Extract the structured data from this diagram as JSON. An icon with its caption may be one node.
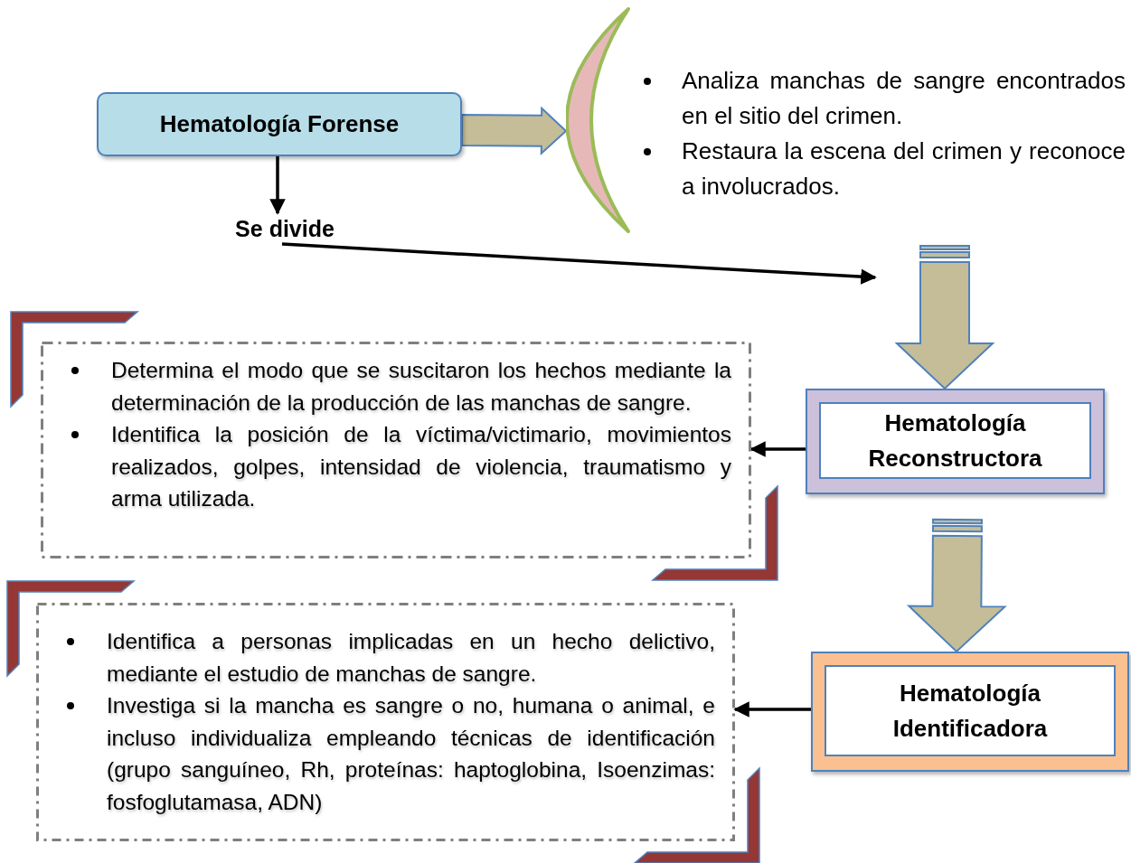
{
  "diagram": {
    "nodes": [
      {
        "text": [
          "Hematología Forense"
        ]
      },
      {
        "text": [
          "Se divide"
        ]
      },
      {
        "text": [
          "Analiza manchas de sangre encontrados en el sitio del crimen.",
          "Restaura la escena del crimen y reconoce a involucrados."
        ]
      },
      {
        "text": [
          "Determina el modo que se suscitaron los hechos mediante la determinación de la producción de las manchas de sangre.",
          "Identifica la posición de la víctima/victimario, movimientos realizados, golpes, intensidad de violencia, traumatismo y arma utilizada."
        ]
      },
      {
        "text": [
          "Hematología Reconstructora"
        ]
      },
      {
        "text": [
          "Identifica a personas implicadas en un hecho delictivo, mediante el estudio de manchas de sangre.",
          "Investiga si la mancha es sangre o no, humana o animal, e incluso individualiza empleando técnicas de identificación (grupo sanguíneo, Rh, proteínas: haptoglobina, Isoenzimas: fosfoglutamasa, ADN)"
        ]
      },
      {
        "text": [
          "Hematología Identificadora"
        ]
      }
    ],
    "edges": [
      {
        "from": 0,
        "to": 1,
        "arrow": "to"
      },
      {
        "from": 0,
        "to": 2,
        "arrow": "to",
        "style": "thick"
      },
      {
        "from": 1,
        "to": null,
        "arrow": "to"
      },
      {
        "from": null,
        "to": 4,
        "arrow": "to",
        "style": "thick"
      },
      {
        "from": 4,
        "to": 3,
        "arrow": "to"
      },
      {
        "from": 4,
        "to": 6,
        "arrow": "to",
        "style": "thick"
      },
      {
        "from": 6,
        "to": 5,
        "arrow": "to"
      }
    ]
  }
}
